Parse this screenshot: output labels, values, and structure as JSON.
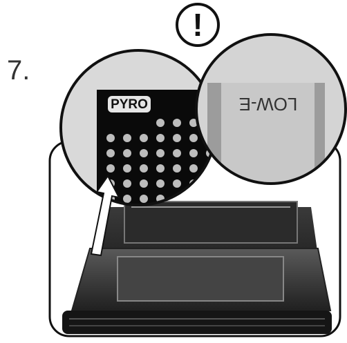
{
  "instruction": {
    "step_number": "7.",
    "warning_symbol": "!",
    "left_detail_label": "PYRO",
    "right_detail_label": "LOW-E"
  },
  "icons": {
    "warning": "exclamation-circle-icon",
    "pointer": "arrow-up-icon"
  },
  "colors": {
    "ink": "#111111",
    "panel_black": "#0a0a0a",
    "glass_grey": "#cfcfcf"
  }
}
